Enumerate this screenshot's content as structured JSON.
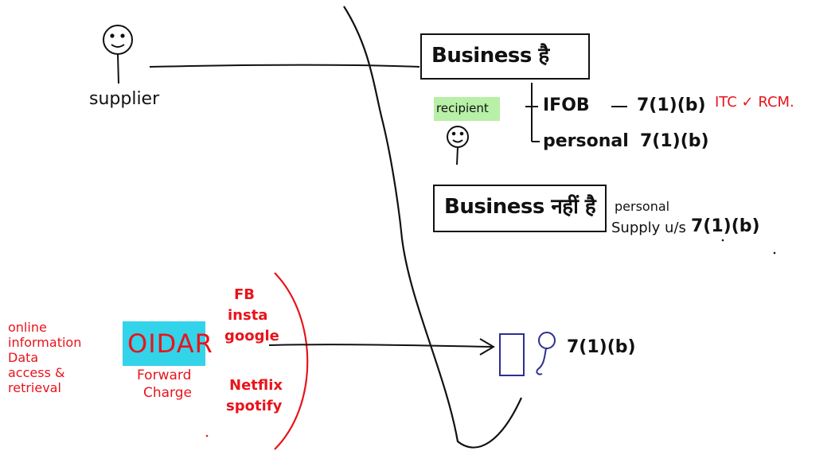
{
  "diagram": {
    "supplier": {
      "label": "supplier",
      "icon": "smiley-face-icon"
    },
    "recipient": {
      "label": "recipient",
      "icon": "smiley-face-icon",
      "highlight": "#b7f0a6"
    },
    "business_box": {
      "label": "Business है"
    },
    "branches": [
      {
        "label": "IFOB",
        "rule": "7(1)(b)",
        "note_red": "ITC ✓   RCM."
      },
      {
        "label": "personal",
        "rule": "7(1)(b)"
      }
    ],
    "not_business_box": {
      "label": "Business नहीं है"
    },
    "not_business_note": {
      "line1": "personal",
      "line2": "Supply u/s",
      "rule": "7(1)(b)"
    },
    "oidar": {
      "acronym": "OIDAR",
      "acronym_highlight": "#33d3ea",
      "expansion": [
        "online",
        "information",
        "Data",
        "access &",
        "retrieval"
      ],
      "subnote": [
        "Forward",
        "Charge"
      ],
      "examples_group1": [
        "FB",
        "insta",
        "google"
      ],
      "examples_group2": [
        "Netflix",
        "spotify"
      ]
    },
    "device_rule": "7(1)(b)",
    "colors": {
      "ink": "#111111",
      "red": "#e8141b",
      "blue": "#2b2f8f"
    }
  }
}
